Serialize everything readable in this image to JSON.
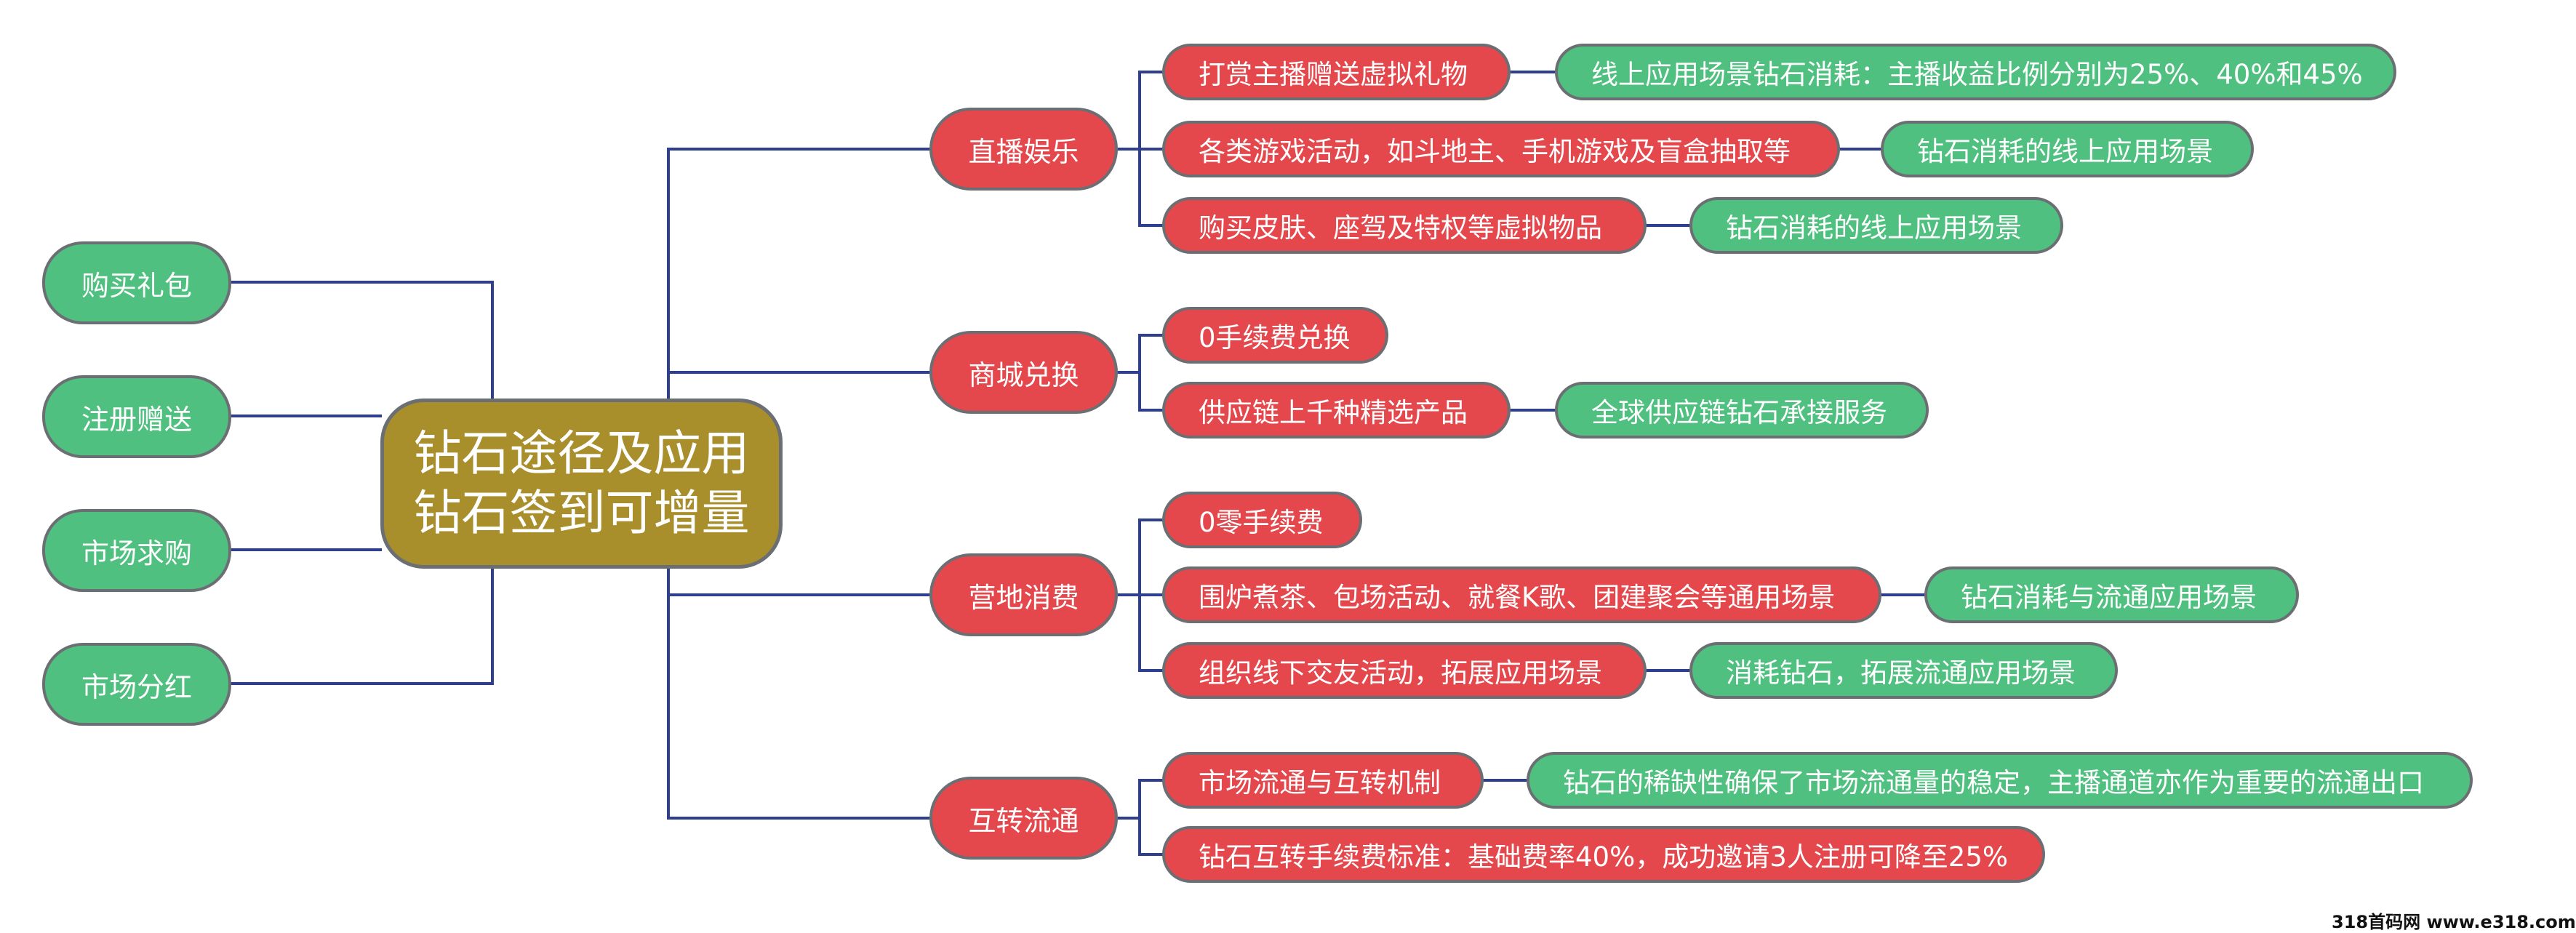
{
  "central": {
    "line1": "钻石途径及应用",
    "line2": "钻石签到可增量"
  },
  "sources": [
    "购买礼包",
    "注册赠送",
    "市场求购",
    "市场分红"
  ],
  "categories": [
    {
      "label": "直播娱乐",
      "items": [
        {
          "label": "打赏主播赠送虚拟礼物",
          "detail": "线上应用场景钻石消耗：主播收益比例分别为25%、40%和45%"
        },
        {
          "label": "各类游戏活动，如斗地主、手机游戏及盲盒抽取等",
          "detail": "钻石消耗的线上应用场景"
        },
        {
          "label": "购买皮肤、座驾及特权等虚拟物品",
          "detail": "钻石消耗的线上应用场景"
        }
      ]
    },
    {
      "label": "商城兑换",
      "items": [
        {
          "label": "0手续费兑换",
          "detail": ""
        },
        {
          "label": "供应链上千种精选产品",
          "detail": "全球供应链钻石承接服务"
        }
      ]
    },
    {
      "label": "营地消费",
      "items": [
        {
          "label": "0零手续费",
          "detail": ""
        },
        {
          "label": "围炉煮茶、包场活动、就餐K歌、团建聚会等通用场景",
          "detail": "钻石消耗与流通应用场景"
        },
        {
          "label": "组织线下交友活动，拓展应用场景",
          "detail": "消耗钻石，拓展流通应用场景"
        }
      ]
    },
    {
      "label": "互转流通",
      "items": [
        {
          "label": "市场流通与互转机制",
          "detail": "钻石的稀缺性确保了市场流通量的稳定，主播通道亦作为重要的流通出口"
        },
        {
          "label": "钻石互转手续费标准：基础费率40%，成功邀请3人注册可降至25%",
          "detail": ""
        }
      ]
    }
  ],
  "colors": {
    "connector": "#2e3f8f",
    "green": "#4fc07f",
    "red": "#e4474c",
    "central": "#a88f2c",
    "border": "#6b6f73"
  },
  "watermark": "318首码网 www.e318.com"
}
